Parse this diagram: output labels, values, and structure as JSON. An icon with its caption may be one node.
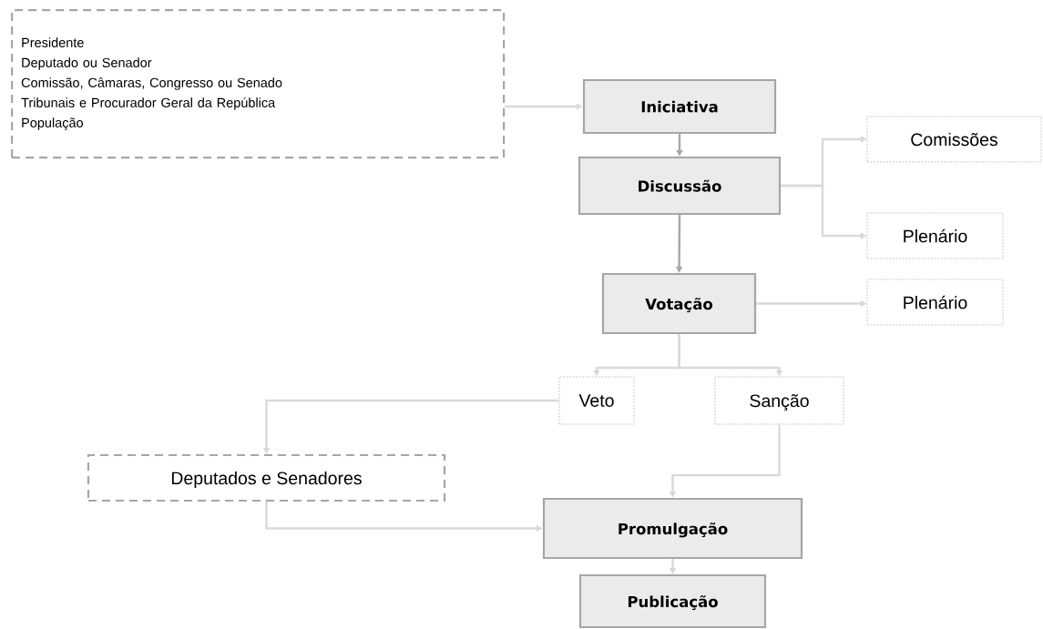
{
  "diagram": {
    "nodes": [
      {
        "text": [
          "Presidente",
          "Deputado ou Senador",
          "Comissão, Câmaras, Congresso ou Senado",
          "Tribunais e Procurador Geral da República",
          "População"
        ]
      },
      {
        "text": [
          "Iniciativa"
        ]
      },
      {
        "text": [
          "Discussão"
        ]
      },
      {
        "text": [
          "Votação"
        ]
      },
      {
        "text": [
          "Comissões"
        ]
      },
      {
        "text": [
          "Plenário"
        ]
      },
      {
        "text": [
          "Plenário"
        ]
      },
      {
        "text": [
          "Veto"
        ]
      },
      {
        "text": [
          "Sanção"
        ]
      },
      {
        "text": [
          "Deputados e Senadores"
        ]
      },
      {
        "text": [
          "Promulgação"
        ]
      },
      {
        "text": [
          "Publicação"
        ]
      }
    ],
    "edges": [
      {
        "from": 0,
        "to": 1,
        "arrow": "to"
      },
      {
        "from": 1,
        "to": 2,
        "arrow": "to",
        "color": "#a6a6a6"
      },
      {
        "from": 2,
        "to": 3,
        "arrow": "to",
        "color": "#a6a6a6"
      },
      {
        "from": 2,
        "to": 4,
        "arrow": "to"
      },
      {
        "from": 2,
        "to": 5,
        "arrow": "to"
      },
      {
        "from": 3,
        "to": 6,
        "arrow": "to"
      },
      {
        "from": 3,
        "to": 7,
        "arrow": "to"
      },
      {
        "from": 3,
        "to": 8,
        "arrow": "to"
      },
      {
        "from": 7,
        "to": 9,
        "arrow": "to"
      },
      {
        "from": 9,
        "to": 10,
        "arrow": "to"
      },
      {
        "from": 8,
        "to": 10,
        "arrow": "to"
      },
      {
        "from": 10,
        "to": 11,
        "arrow": "to"
      }
    ]
  }
}
